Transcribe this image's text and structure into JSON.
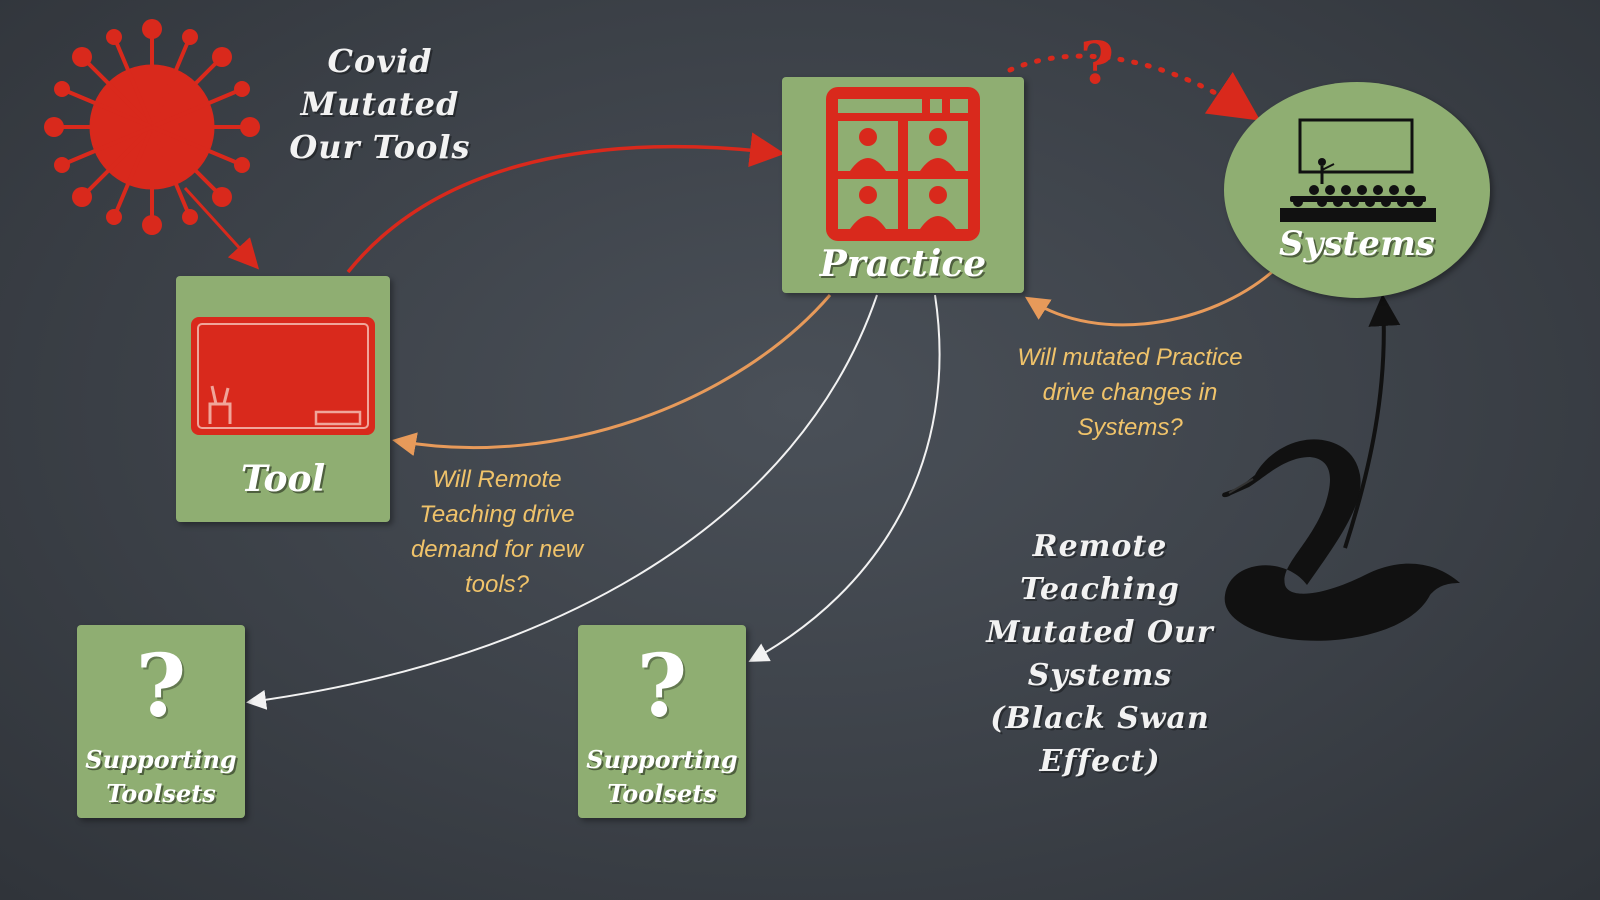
{
  "title": "Covid Mutated Our Tools",
  "nodes": {
    "tool": "Tool",
    "practice": "Practice",
    "systems": "Systems",
    "toolset_left": "Supporting Toolsets",
    "toolset_right": "Supporting Toolsets",
    "question_mark": "?"
  },
  "annotations": {
    "remote_teaching_tools": "Will Remote Teaching drive demand for new tools?",
    "practice_systems": "Will mutated Practice drive changes in Systems?",
    "black_swan": "Remote Teaching Mutated Our Systems (Black Swan Effect)",
    "dotted_question": "?"
  },
  "colors": {
    "board": "#3c4148",
    "node_fill": "#8fae72",
    "virus_red": "#d9291c",
    "feedback_orange": "#e79a5a",
    "note_yellow": "#f0c36a",
    "chalk_white": "#f2f2f2",
    "swan_black": "#111111"
  },
  "icons": [
    "virus-icon",
    "chalkboard-icon",
    "video-grid-icon",
    "lecture-hall-icon",
    "black-swan-icon"
  ]
}
